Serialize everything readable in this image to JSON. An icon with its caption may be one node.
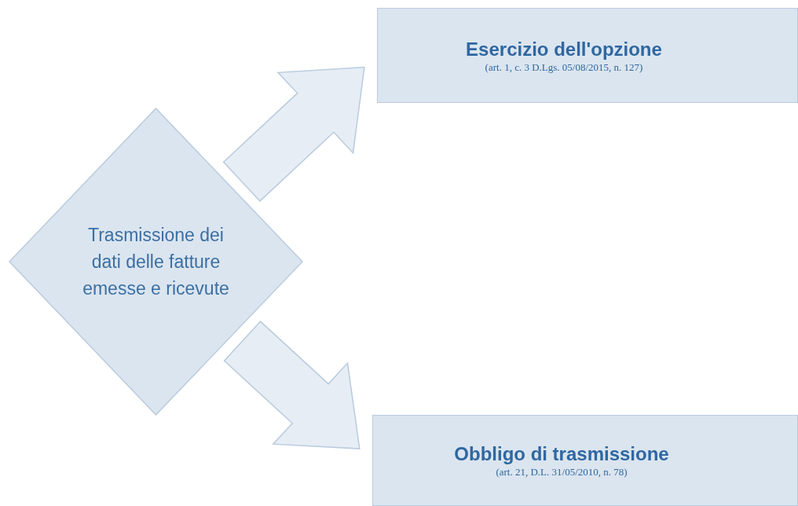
{
  "diagram": {
    "nodes": [
      {
        "text": [
          "Trasmissione dei dati delle fatture emesse e ricevute"
        ]
      },
      {
        "text": [
          "Esercizio dell'opzione",
          "(art. 1, c. 3 D.Lgs. 05/08/2015, n. 127)"
        ]
      },
      {
        "text": [
          "Obbligo di trasmissione",
          "(art. 21, D.L. 31/05/2010, n. 78)"
        ]
      }
    ],
    "edges": [
      {
        "from": 0,
        "to": 1,
        "arrow": "to"
      },
      {
        "from": 0,
        "to": 2,
        "arrow": "to"
      }
    ]
  }
}
